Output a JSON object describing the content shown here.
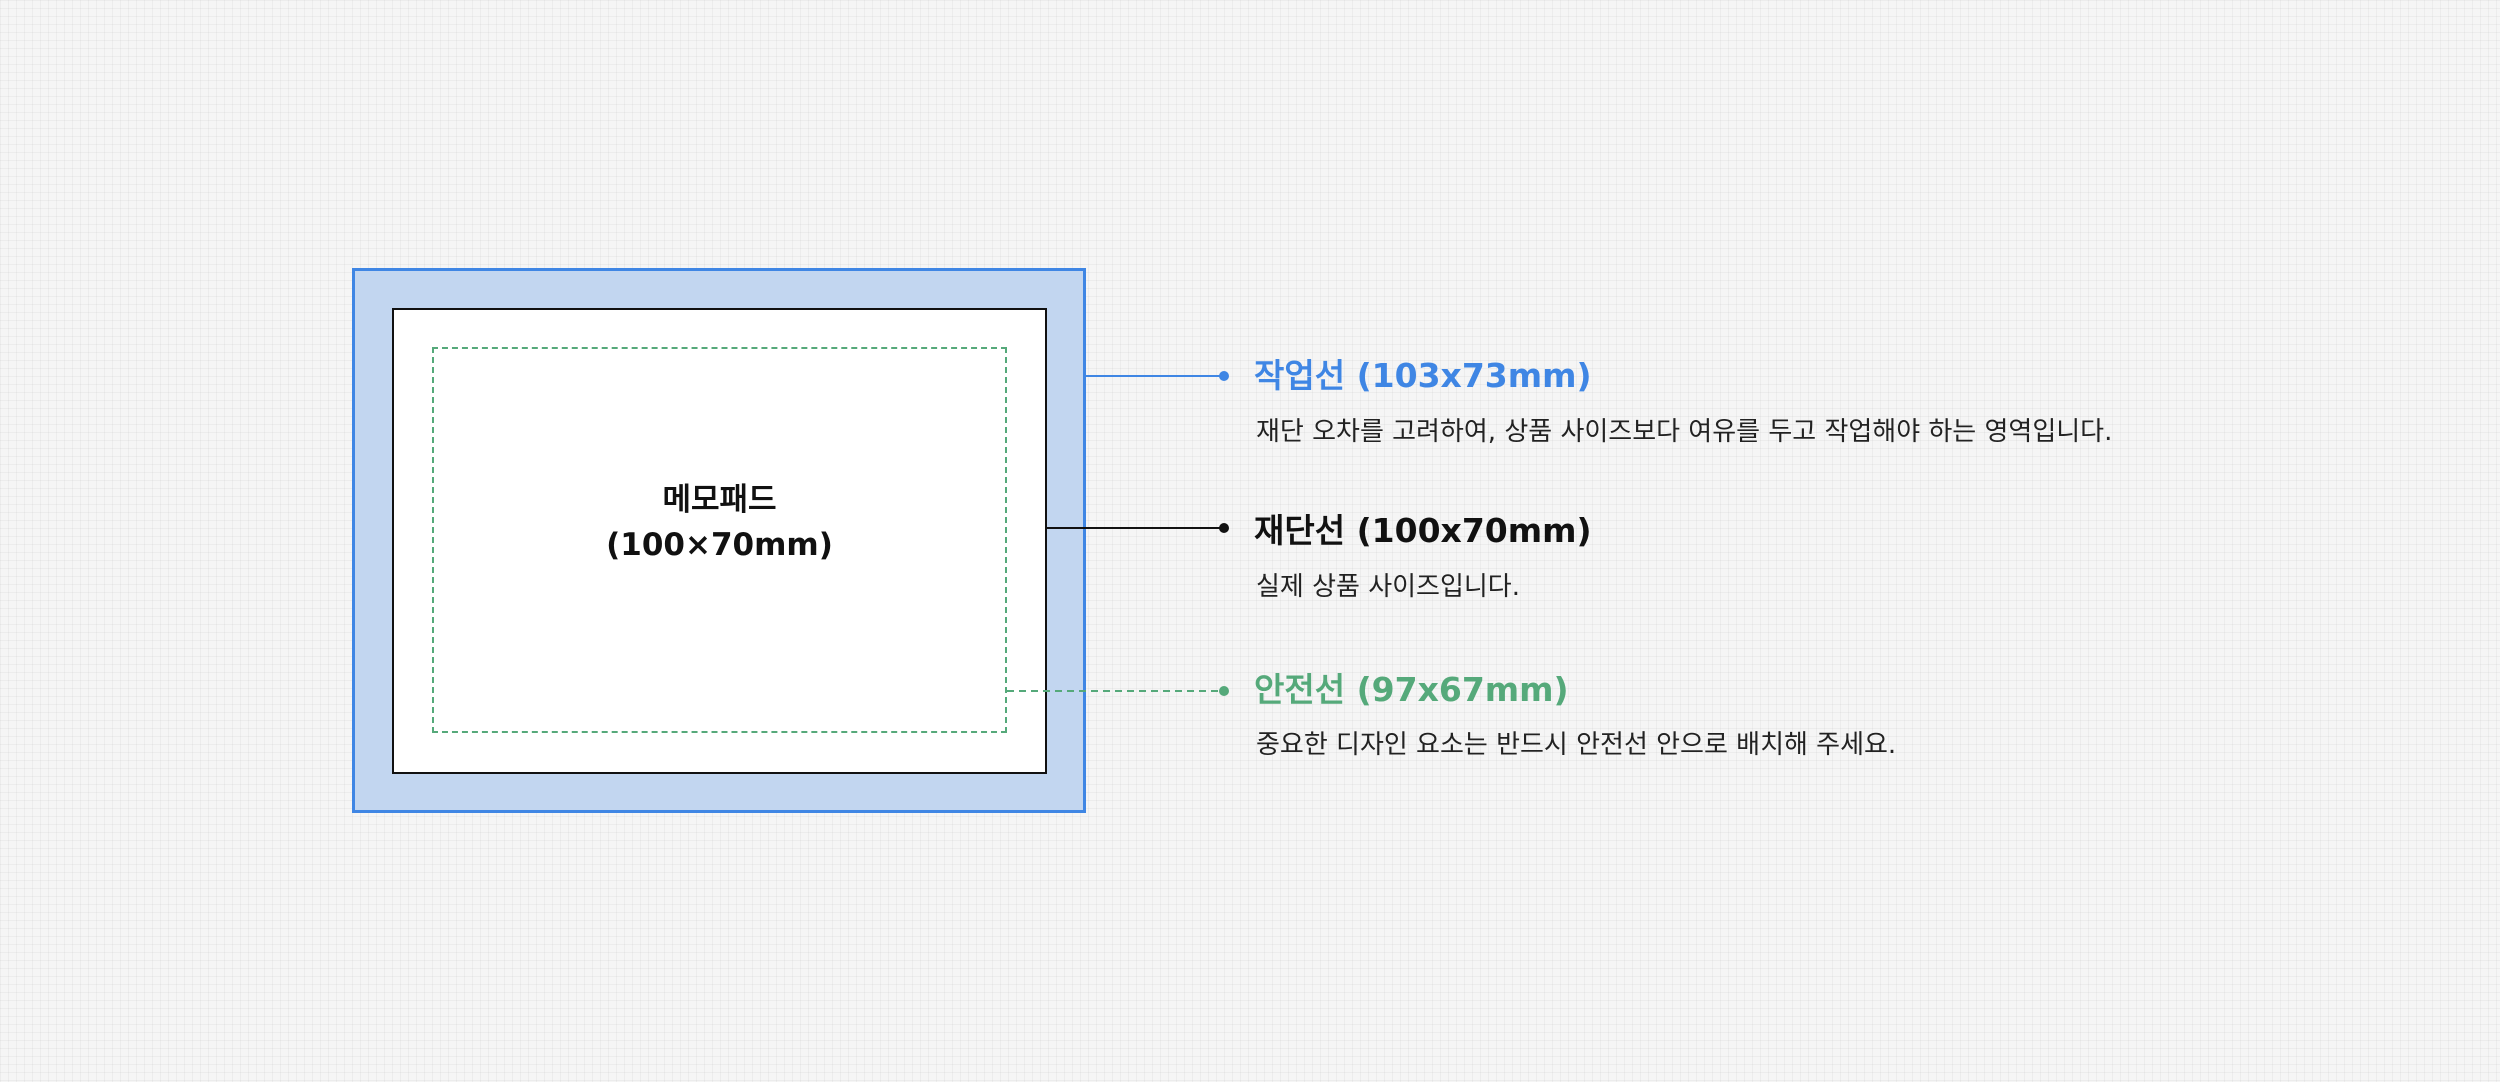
{
  "product": {
    "name": "메모패드",
    "size": "(100×70mm)"
  },
  "legend": [
    {
      "key": "trim",
      "title": "작업선 (103x73mm)",
      "description": "재단 오차를 고려하여, 상품 사이즈보다 여유를 두고 작업해야 하는 영역입니다.",
      "color": "#3f86e4",
      "line_style": "solid"
    },
    {
      "key": "cut",
      "title": "재단선 (100x70mm)",
      "description": "실제 상품 사이즈입니다.",
      "color": "#111111",
      "line_style": "solid"
    },
    {
      "key": "safe",
      "title": "안전선 (97x67mm)",
      "description": "중요한 디자인 요소는 반드시 안전선 안으로 배치해 주세요.",
      "color": "#55a97a",
      "line_style": "dashed"
    }
  ],
  "colors": {
    "trim_fill": "#c2d6f0",
    "background": "#f5f5f5"
  }
}
